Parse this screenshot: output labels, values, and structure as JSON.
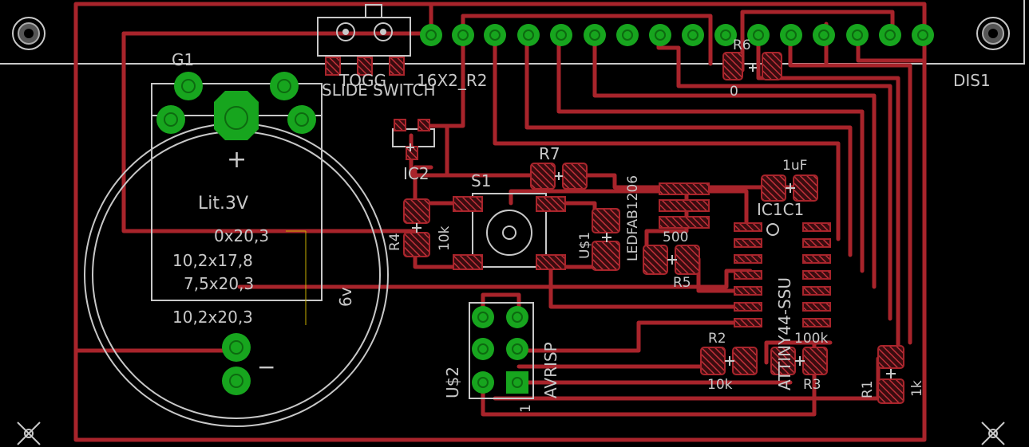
{
  "labels": {
    "g1": "G1",
    "lit": "Lit.3V",
    "plus": "+",
    "minus": "−",
    "dim1": "0x20,3",
    "dim2": "10,2x17,8",
    "dim3": "7,5x20,3",
    "dim4": "10,2x20,3",
    "v6": "6v",
    "togg": "TOGG",
    "slide": "SLIDE SWITCH",
    "lcd": "16X2_R2",
    "dis1": "DIS1",
    "r6": "R6",
    "r6val": "0",
    "ic2": "IC2",
    "s1": "S1",
    "r7": "R7",
    "ledfab": "LEDFAB1206",
    "usd1": "U$1",
    "r4": "R4",
    "r4val": "10k",
    "r5val": "500",
    "r5": "R5",
    "c1val": "1uF",
    "ic1c1": "IC1C1",
    "attiny": "ATTINY44-SSU",
    "r100k": "100k",
    "r2": "R2",
    "r2val": "10k",
    "r3": "R3",
    "r1": "R1",
    "r1val": "1k",
    "usd2": "U$2",
    "avrisp": "AVRISP",
    "one": "1"
  },
  "colors": {
    "background": "#000000",
    "trace": "#a8242b",
    "pad": "#17a51e",
    "silkscreen": "#c8c8c8"
  }
}
